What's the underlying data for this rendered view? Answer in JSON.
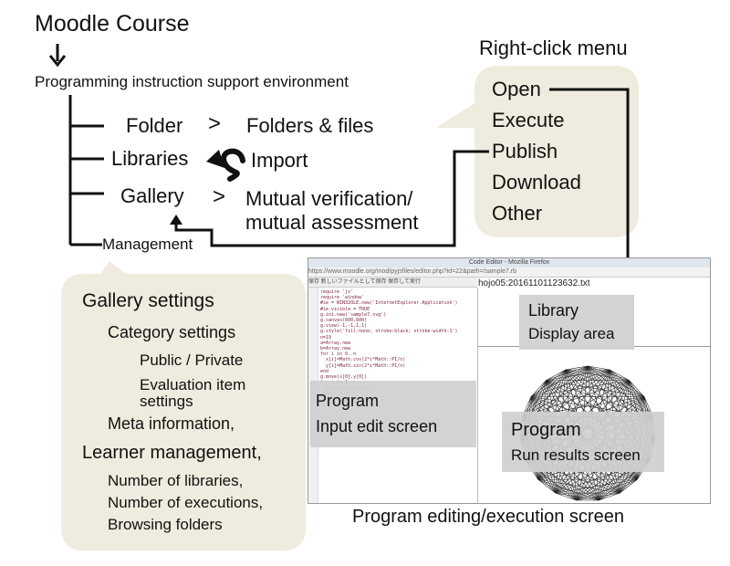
{
  "title": "Moodle Course",
  "environment": "Programming instruction support environment",
  "tree": {
    "folder": "Folder",
    "folder_target": "Folders & files",
    "libraries": "Libraries",
    "libraries_action": "Import",
    "gallery": "Gallery",
    "gallery_target_line1": "Mutual verification/",
    "gallery_target_line2": "mutual assessment",
    "management": "Management",
    "separator": ">"
  },
  "context_menu": {
    "title": "Right-click menu",
    "items": [
      "Open",
      "Execute",
      "Publish",
      "Download",
      "Other"
    ]
  },
  "gallery_settings": {
    "heading": "Gallery settings",
    "category_settings": "Category settings",
    "public_private": "Public / Private",
    "evaluation_line1": "Evaluation item",
    "evaluation_line2": "settings",
    "meta_information": "Meta information,",
    "learner_management": "Learner management,",
    "number_of_libraries": "Number of libraries,",
    "number_of_executions": "Number of executions,",
    "browsing_folders": "Browsing folders"
  },
  "screen": {
    "window_title": "Code Editor - Mozilla Firefox",
    "url": "https://www.moodle.org/mod/pyjsfiles/editor.php?id=22&path=/sample7.rb",
    "toolbar_text": "保存  新しいファイルとして保存  保存して実行",
    "filename": "hojo05:20161101123632.txt",
    "library_label_line1": "Library",
    "library_label_line2": "Display area",
    "input_label_line1": "Program",
    "input_label_line2": "Input edit screen",
    "run_label_line1": "Program",
    "run_label_line2": "Run results screen",
    "code": "require 'js'\nrequire 'window'\n#ie = WIN32OLE.new('InternetExplorer.Application')\n#ie.visible = TRUE\ng.ini.new('sample7.svg')\ng.canvas(600,600)\ng.view(-1,-1,1,1)\ng.style('fill:none; stroke:black; stroke-width:1')\nn=19\na=Array.new\nb=Array.new\nfor i in 0..n\n  x[i]=Math.cos(2*i*Math::PI/n)\n  y[i]=Math.sin(2*i*Math::PI/n)\nend\ng.move(x[0],y[0])\nfor i in 1..n\n  g.draw(x[i],y[i])\nend"
  },
  "caption": "Program editing/execution screen"
}
